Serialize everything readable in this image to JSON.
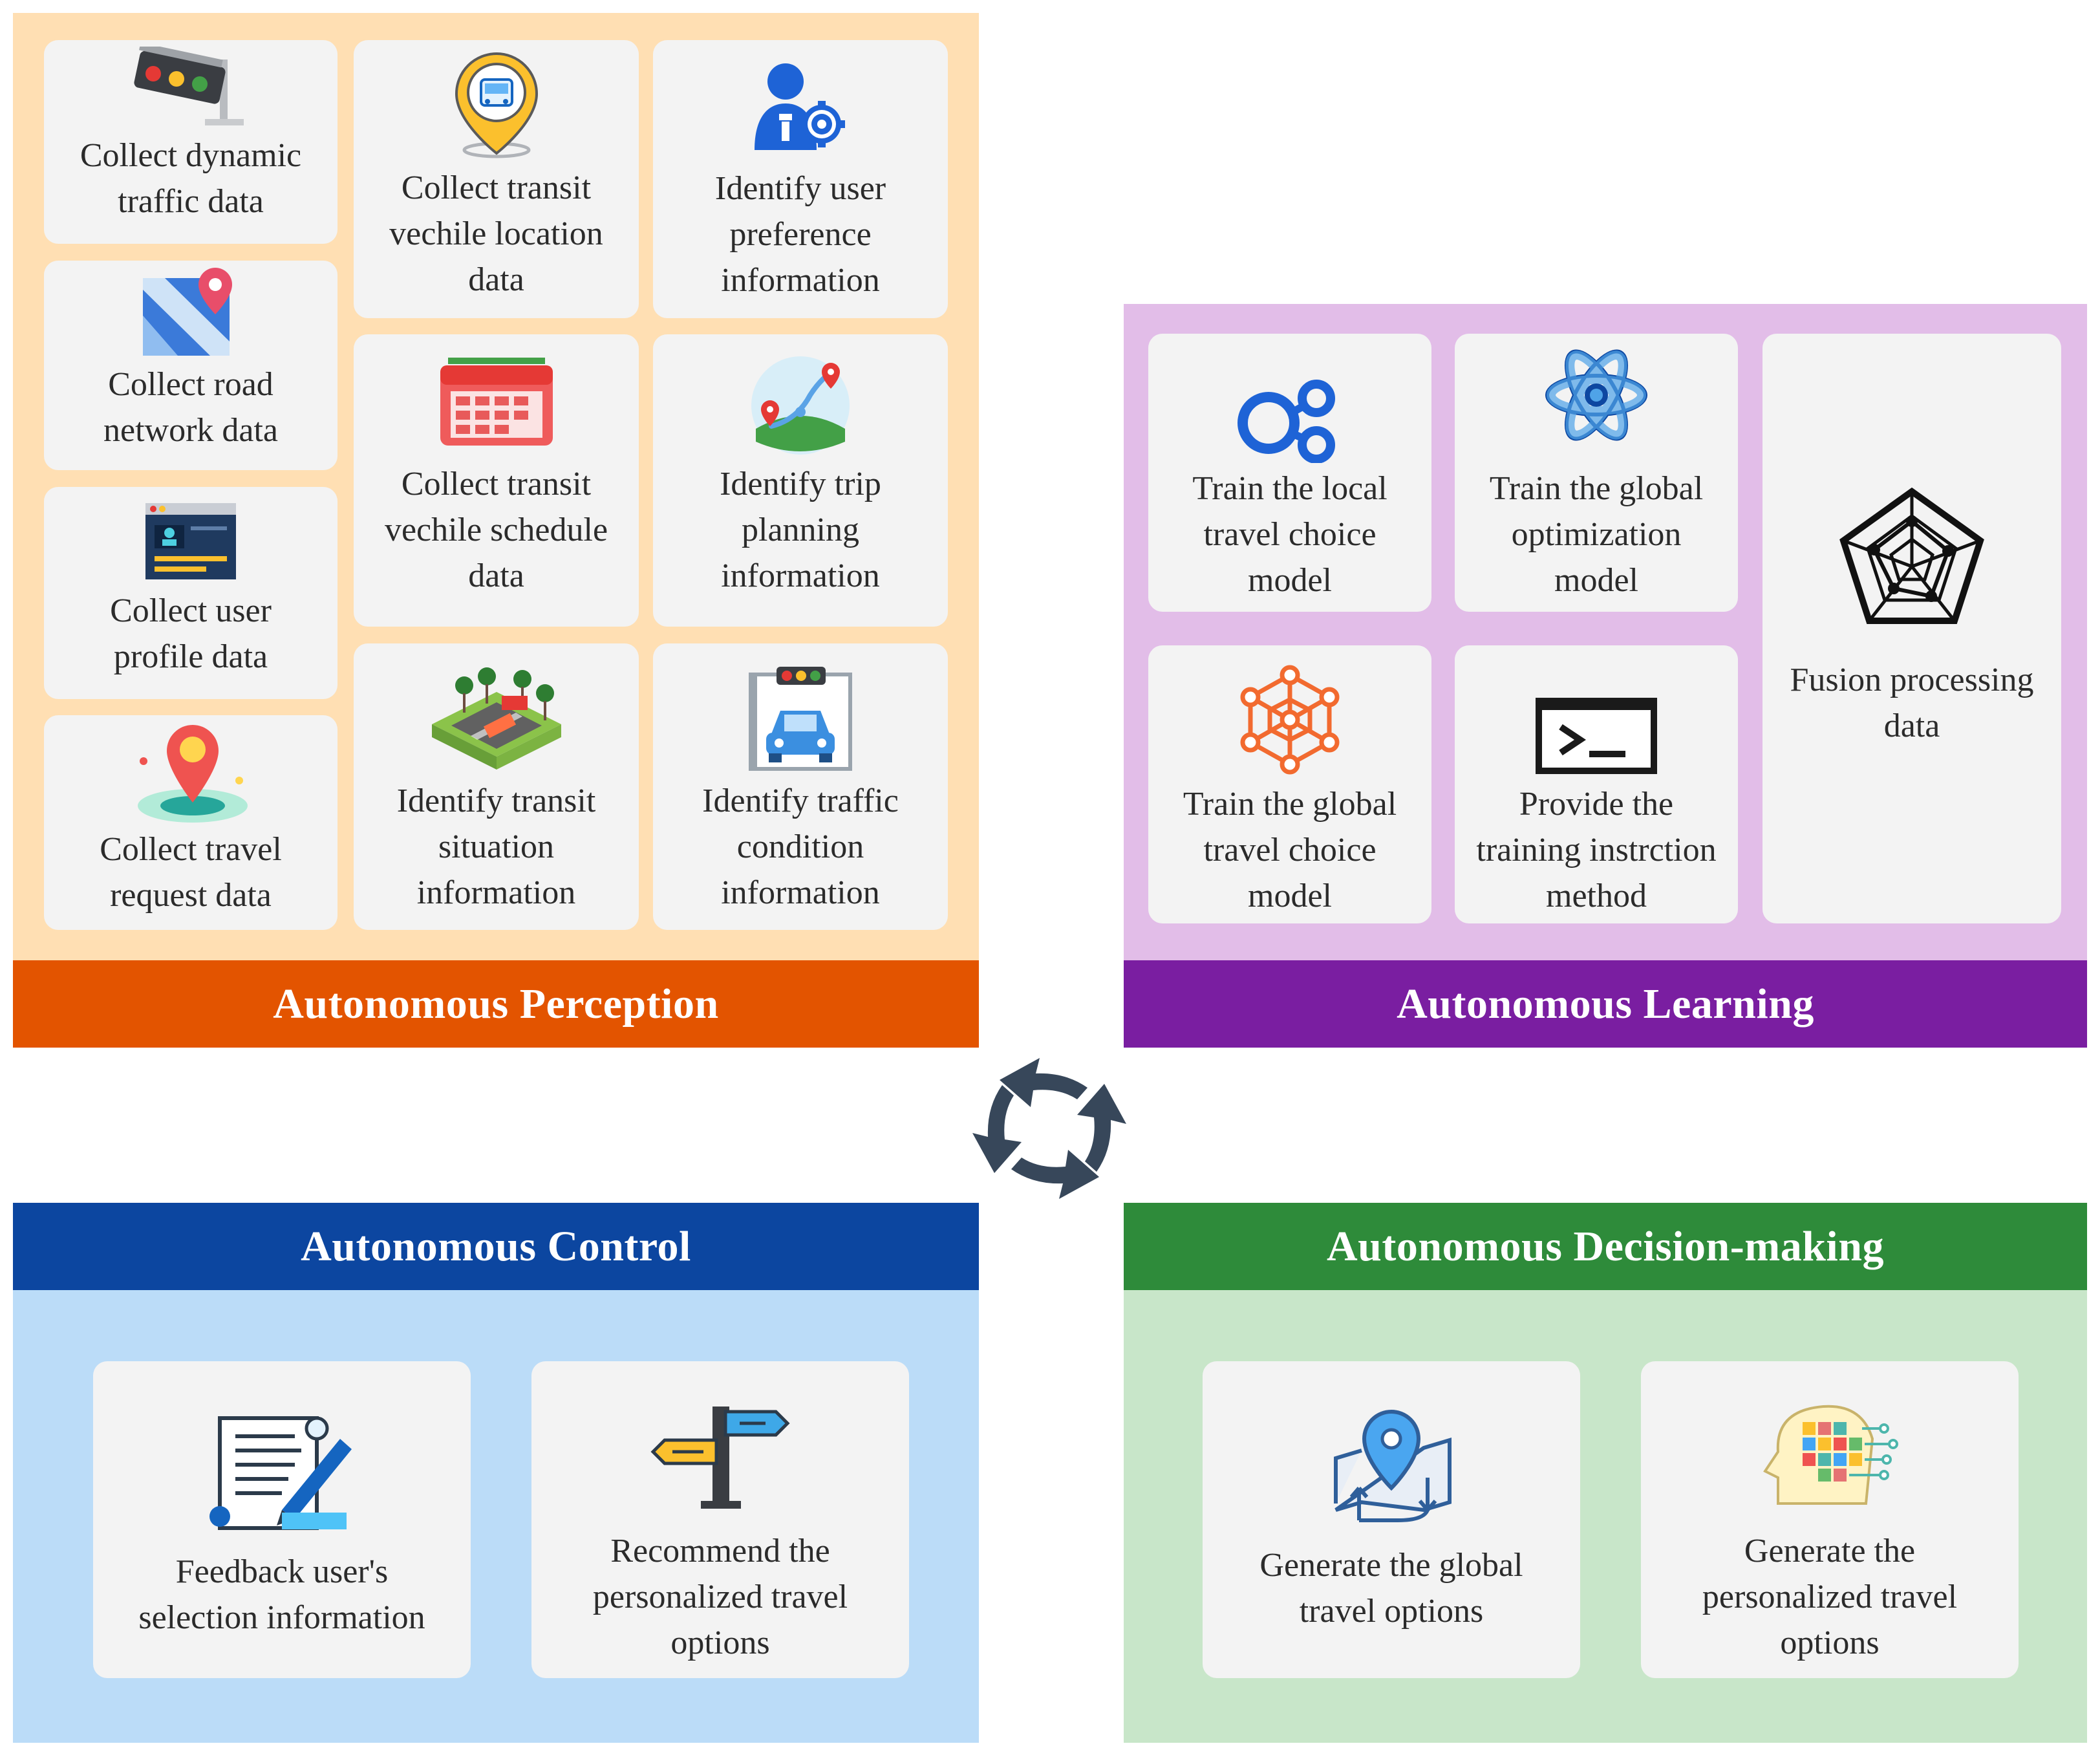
{
  "perception": {
    "title": "Autonomous Perception",
    "colors": {
      "band": "#e35400",
      "bg": "#ffdfb3"
    },
    "cards": [
      {
        "label": "Collect dynamic\ntraffic data",
        "icon": "traffic-light-icon"
      },
      {
        "label": "Collect road\nnetwork data",
        "icon": "road-map-icon"
      },
      {
        "label": "Collect user\nprofile data",
        "icon": "user-profile-icon"
      },
      {
        "label": "Collect travel\nrequest data",
        "icon": "location-pin-icon"
      },
      {
        "label": "Collect transit\nvechile location\ndata",
        "icon": "bus-location-icon"
      },
      {
        "label": "Collect transit\nvechile schedule\ndata",
        "icon": "calendar-icon"
      },
      {
        "label": "Identify transit\nsituation\ninformation",
        "icon": "road-scene-icon"
      },
      {
        "label": "Identify user\npreference\ninformation",
        "icon": "user-settings-icon"
      },
      {
        "label": "Identify trip\nplanning\ninformation",
        "icon": "route-icon"
      },
      {
        "label": "Identify traffic\ncondition\ninformation",
        "icon": "car-camera-icon"
      }
    ]
  },
  "learning": {
    "title": "Autonomous Learning",
    "colors": {
      "band": "#7a1ea1",
      "bg": "#e2bde8"
    },
    "cards": [
      {
        "label": "Train the local\ntravel choice\nmodel",
        "icon": "nodes-icon"
      },
      {
        "label": "Train the global\noptimization\nmodel",
        "icon": "atom-icon"
      },
      {
        "label": "Train the global\ntravel choice\nmodel",
        "icon": "molecule-icon"
      },
      {
        "label": "Provide the\ntraining instrction\nmethod",
        "icon": "terminal-icon"
      },
      {
        "label": "Fusion processing\ndata",
        "icon": "radar-chart-icon"
      }
    ]
  },
  "control": {
    "title": "Autonomous Control",
    "colors": {
      "band": "#0c46a0",
      "bg": "#bbdcf8"
    },
    "cards": [
      {
        "label": "Feedback user's\nselection information",
        "icon": "document-pen-icon"
      },
      {
        "label": "Recommend the\npersonalized travel\noptions",
        "icon": "signpost-icon"
      }
    ]
  },
  "decision": {
    "title": "Autonomous Decision-making",
    "colors": {
      "band": "#2e8b3a",
      "bg": "#c8e6c9"
    },
    "cards": [
      {
        "label": "Generate the global\ntravel options",
        "icon": "map-route-icon"
      },
      {
        "label": "Generate the\npersonalized travel\noptions",
        "icon": "ai-head-icon"
      }
    ]
  },
  "cycle_icon": "cycle-arrows-icon",
  "cycle_color": "#37475a"
}
